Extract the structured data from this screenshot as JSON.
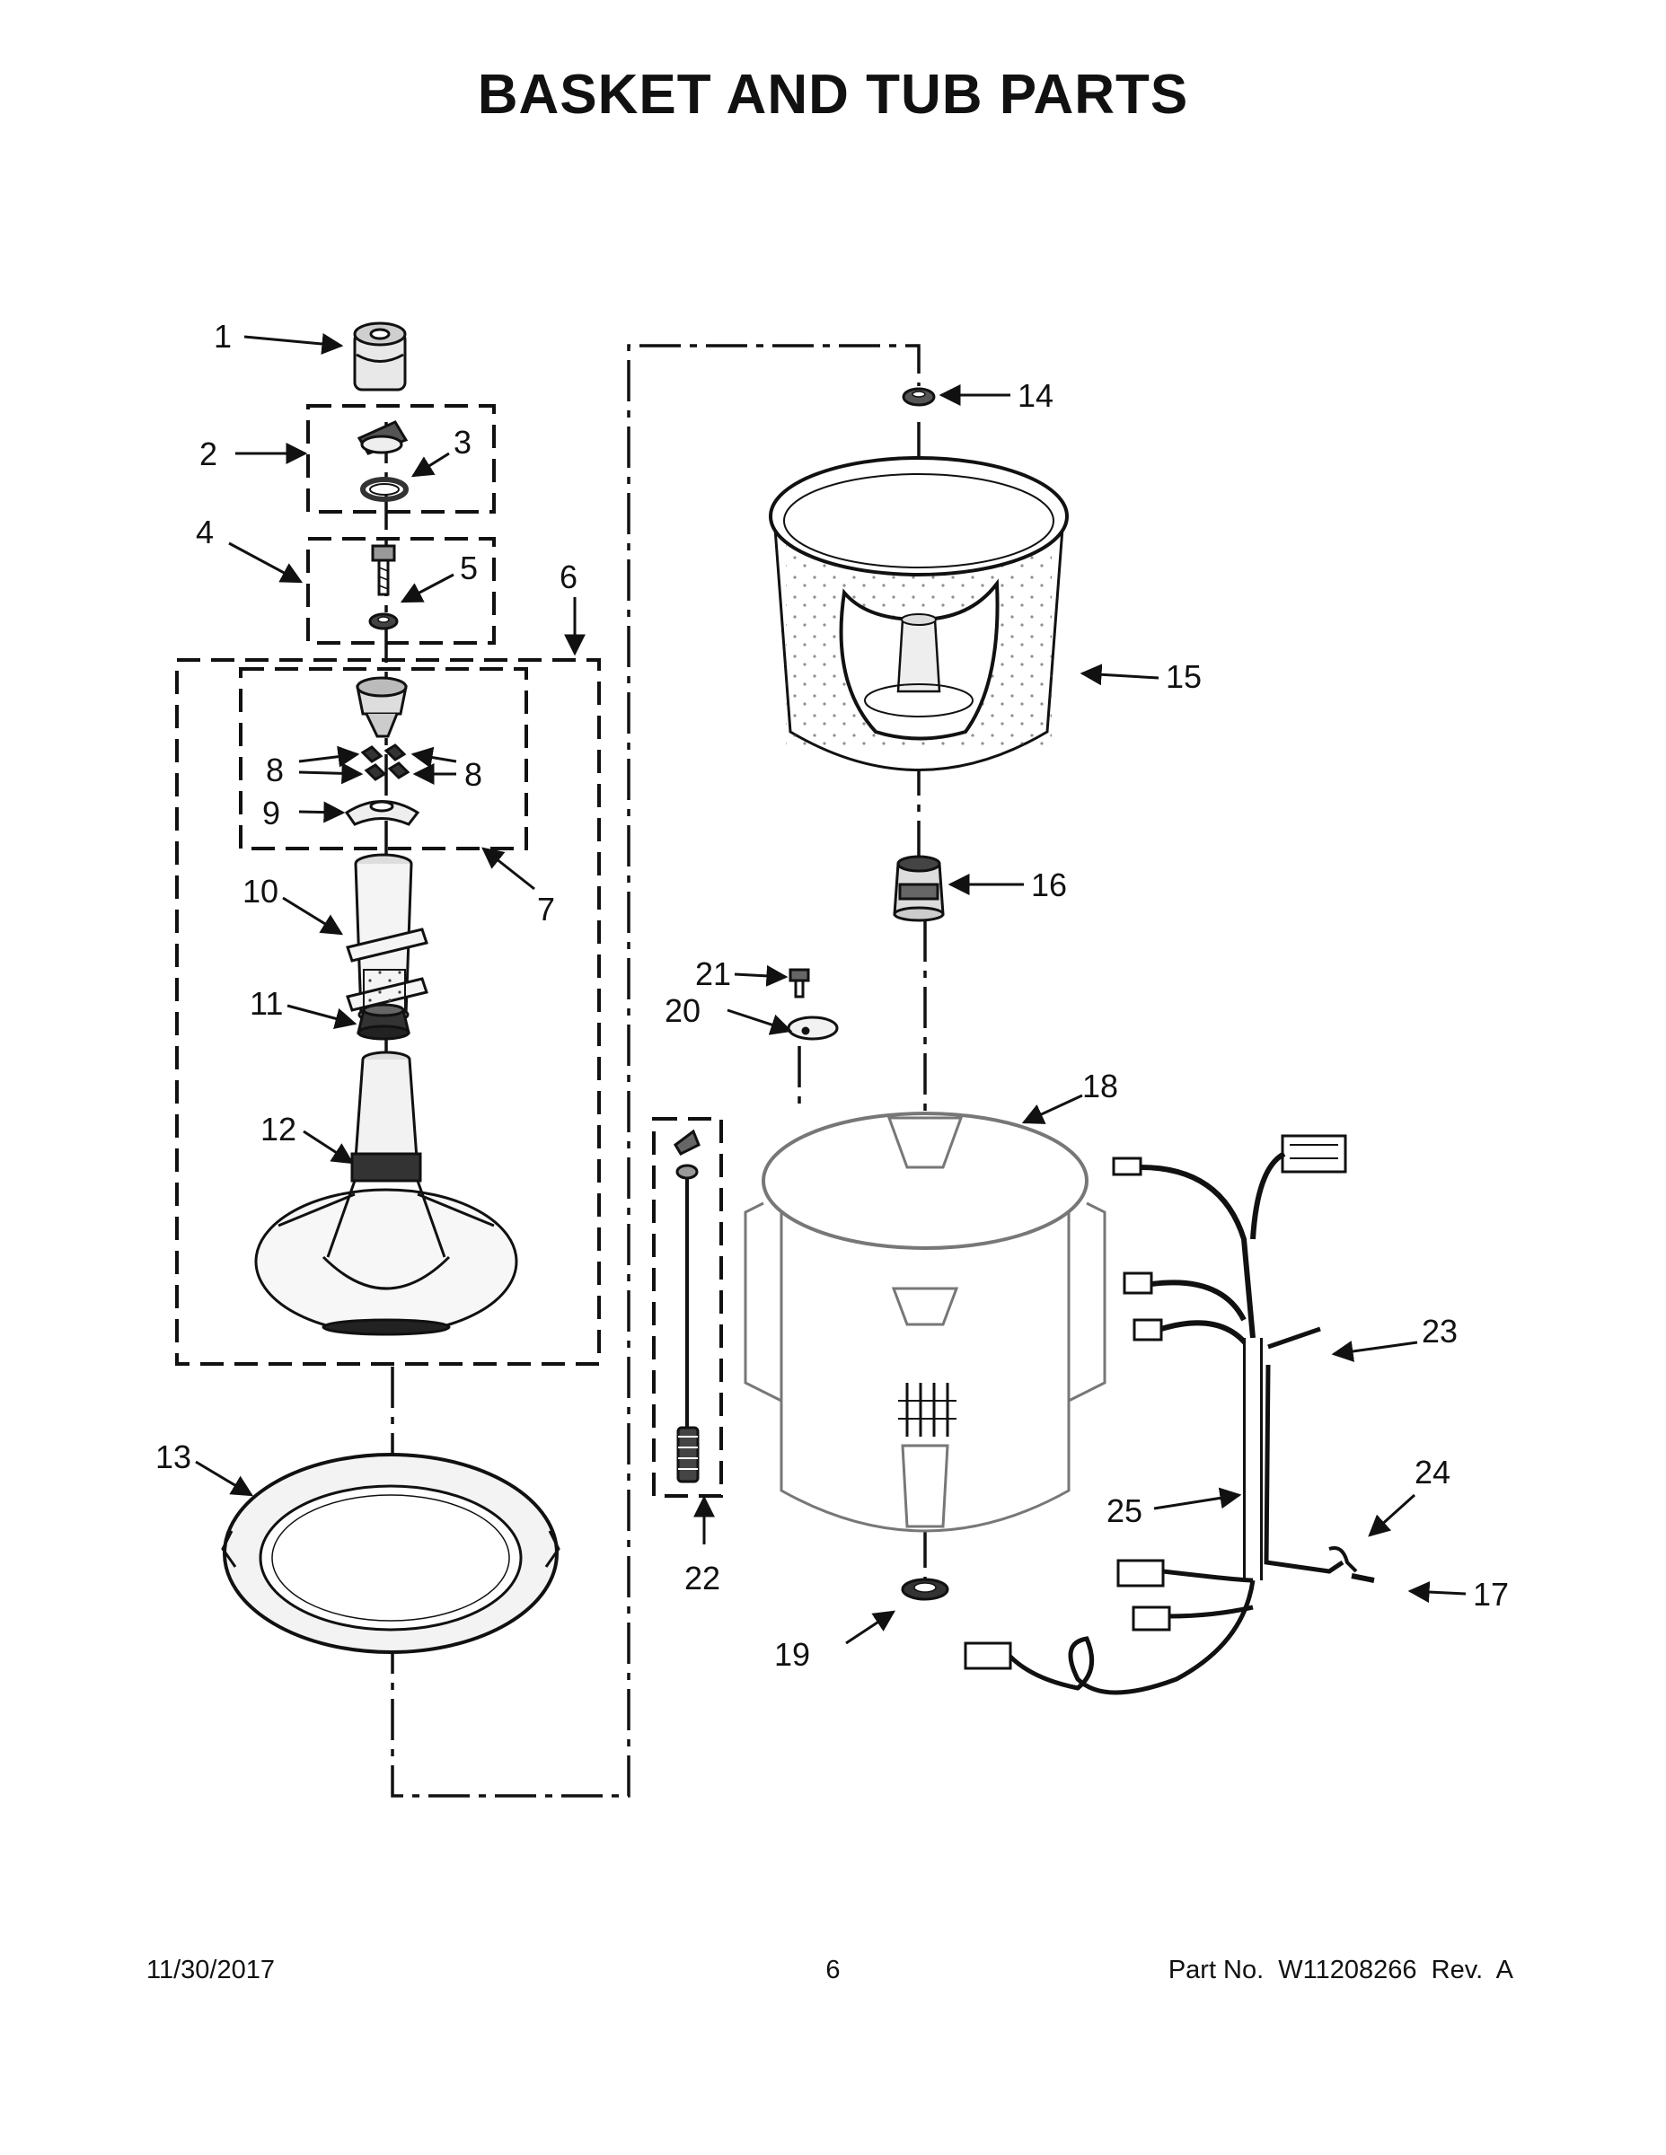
{
  "page": {
    "title": "BASKET AND TUB PARTS",
    "footer": {
      "date": "11/30/2017",
      "page_number": "6",
      "part_no": "Part No.  W11208266  Rev.  A"
    }
  },
  "callouts": [
    "1",
    "2",
    "3",
    "4",
    "5",
    "6",
    "7",
    "8",
    "8",
    "9",
    "10",
    "11",
    "12",
    "13",
    "14",
    "15",
    "16",
    "17",
    "18",
    "19",
    "20",
    "21",
    "22",
    "23",
    "24",
    "25"
  ]
}
